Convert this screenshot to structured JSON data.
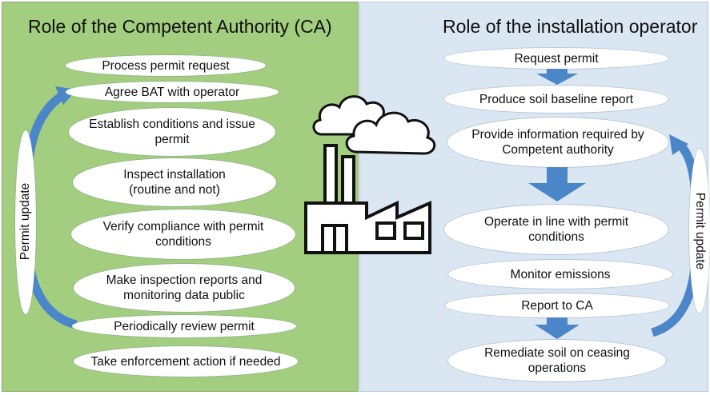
{
  "colors": {
    "left_panel": "#a3cd7f",
    "right_panel": "#dbe6f3",
    "arrow_blue": "#4a86c8",
    "oval_fill": "#ffffff"
  },
  "left": {
    "title": "Role of the Competent Authority (CA)",
    "side_label": "Permit update",
    "steps": [
      "Process permit request",
      "Agree BAT with operator",
      "Establish conditions and issue\npermit",
      "Inspect installation\n(routine and not)",
      "Verify compliance with permit\nconditions",
      "Make inspection reports and\nmonitoring data public",
      "Periodically review permit",
      "Take enforcement action if needed"
    ]
  },
  "right": {
    "title": "Role of the installation operator",
    "side_label": "Permit update",
    "steps": [
      "Request permit",
      "Produce soil baseline report",
      "Provide information required by\nCompetent authority",
      "Operate in line with permit\nconditions",
      "Monitor emissions",
      "Report to CA",
      "Remediate soil on ceasing\noperations"
    ]
  },
  "icons": {
    "factory": "factory-icon",
    "cloud": "cloud-icon"
  }
}
